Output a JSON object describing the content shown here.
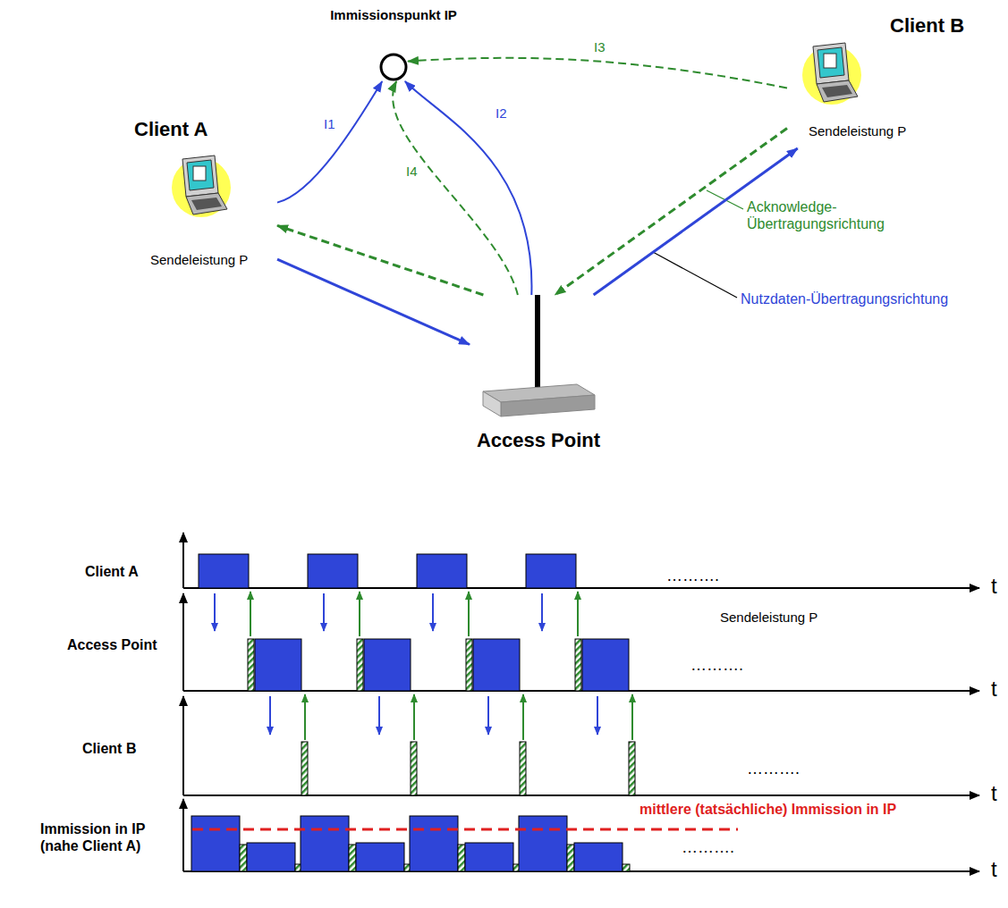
{
  "diagram": {
    "nodes": [
      {
        "text": [
          "Immissionspunkt IP"
        ]
      },
      {
        "text": [
          "Client A",
          "Sendeleistung P"
        ]
      },
      {
        "text": [
          "Client B",
          "Sendeleistung P"
        ]
      },
      {
        "text": [
          "Access Point"
        ]
      }
    ],
    "edges": [
      {
        "from": 1,
        "to": 0,
        "arrow": "to",
        "label": "I1"
      },
      {
        "from": 3,
        "to": 0,
        "arrow": "to",
        "label": "I2"
      },
      {
        "from": 2,
        "to": 0,
        "arrow": "to",
        "label": "I3"
      },
      {
        "from": 3,
        "to": 0,
        "arrow": "to",
        "label": "I4"
      },
      {
        "from": 1,
        "to": 3,
        "arrow": "to"
      },
      {
        "from": 3,
        "to": 1,
        "arrow": "to"
      },
      {
        "from": 3,
        "to": 2,
        "arrow": "to"
      },
      {
        "from": 2,
        "to": 3,
        "arrow": "to"
      }
    ],
    "labels": [
      "Acknowledge-Übertragungsrichtung",
      "Nutzdaten-Übertragungsrichtung",
      "Sendeleistung P",
      "Client A",
      "Access Point",
      "Client B",
      "Immission in IP (nahe Client A)",
      "mittlere (tatsächliche) Immission in IP",
      "t",
      "t",
      "t",
      "t",
      "……….",
      "……….",
      "……….",
      "………."
    ]
  }
}
